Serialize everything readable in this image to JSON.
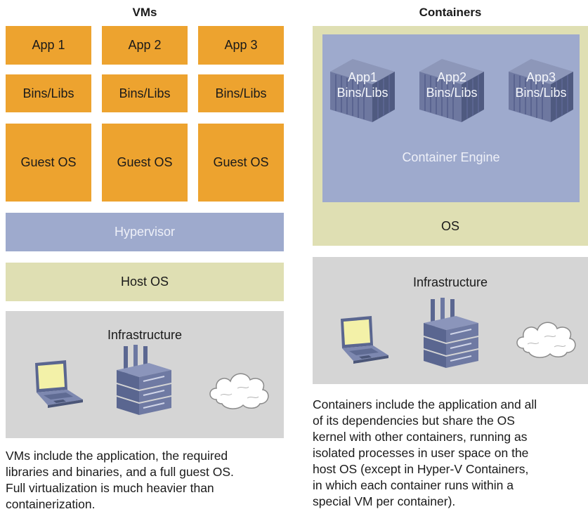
{
  "vms": {
    "title": "VMs",
    "apps": [
      "App 1",
      "App 2",
      "App 3"
    ],
    "bins": [
      "Bins/Libs",
      "Bins/Libs",
      "Bins/Libs"
    ],
    "guests": [
      "Guest OS",
      "Guest OS",
      "Guest OS"
    ],
    "hypervisor": "Hypervisor",
    "host_os": "Host OS",
    "infrastructure": "Infrastructure",
    "description": "VMs include the application, the required libraries and binaries, and a full guest OS. Full virtualization is much heavier than containerization.",
    "description_lines": [
      "VMs include the application, the required",
      "libraries and binaries, and a full guest OS.",
      "Full virtualization is much heavier than",
      "containerization."
    ]
  },
  "containers": {
    "title": "Containers",
    "items": [
      {
        "app": "App1",
        "bins": "Bins/Libs"
      },
      {
        "app": "App2",
        "bins": "Bins/Libs"
      },
      {
        "app": "App3",
        "bins": "Bins/Libs"
      }
    ],
    "engine": "Container Engine",
    "os": "OS",
    "infrastructure": "Infrastructure",
    "description_lines": [
      "Containers include the application and all",
      "of its dependencies but share the OS",
      "kernel with other containers, running as",
      "isolated processes in user space on the",
      "host OS (except in Hyper-V Containers,",
      "in which each container runs within a",
      "special VM per container)."
    ]
  },
  "icons": [
    "laptop-icon",
    "server-icon",
    "cloud-icon",
    "container-icon"
  ],
  "colors": {
    "orange": "#eda32f",
    "hypervisor": "#9eaacd",
    "khaki": "#dfdfb3",
    "infrastructure": "#d5d5d5"
  }
}
